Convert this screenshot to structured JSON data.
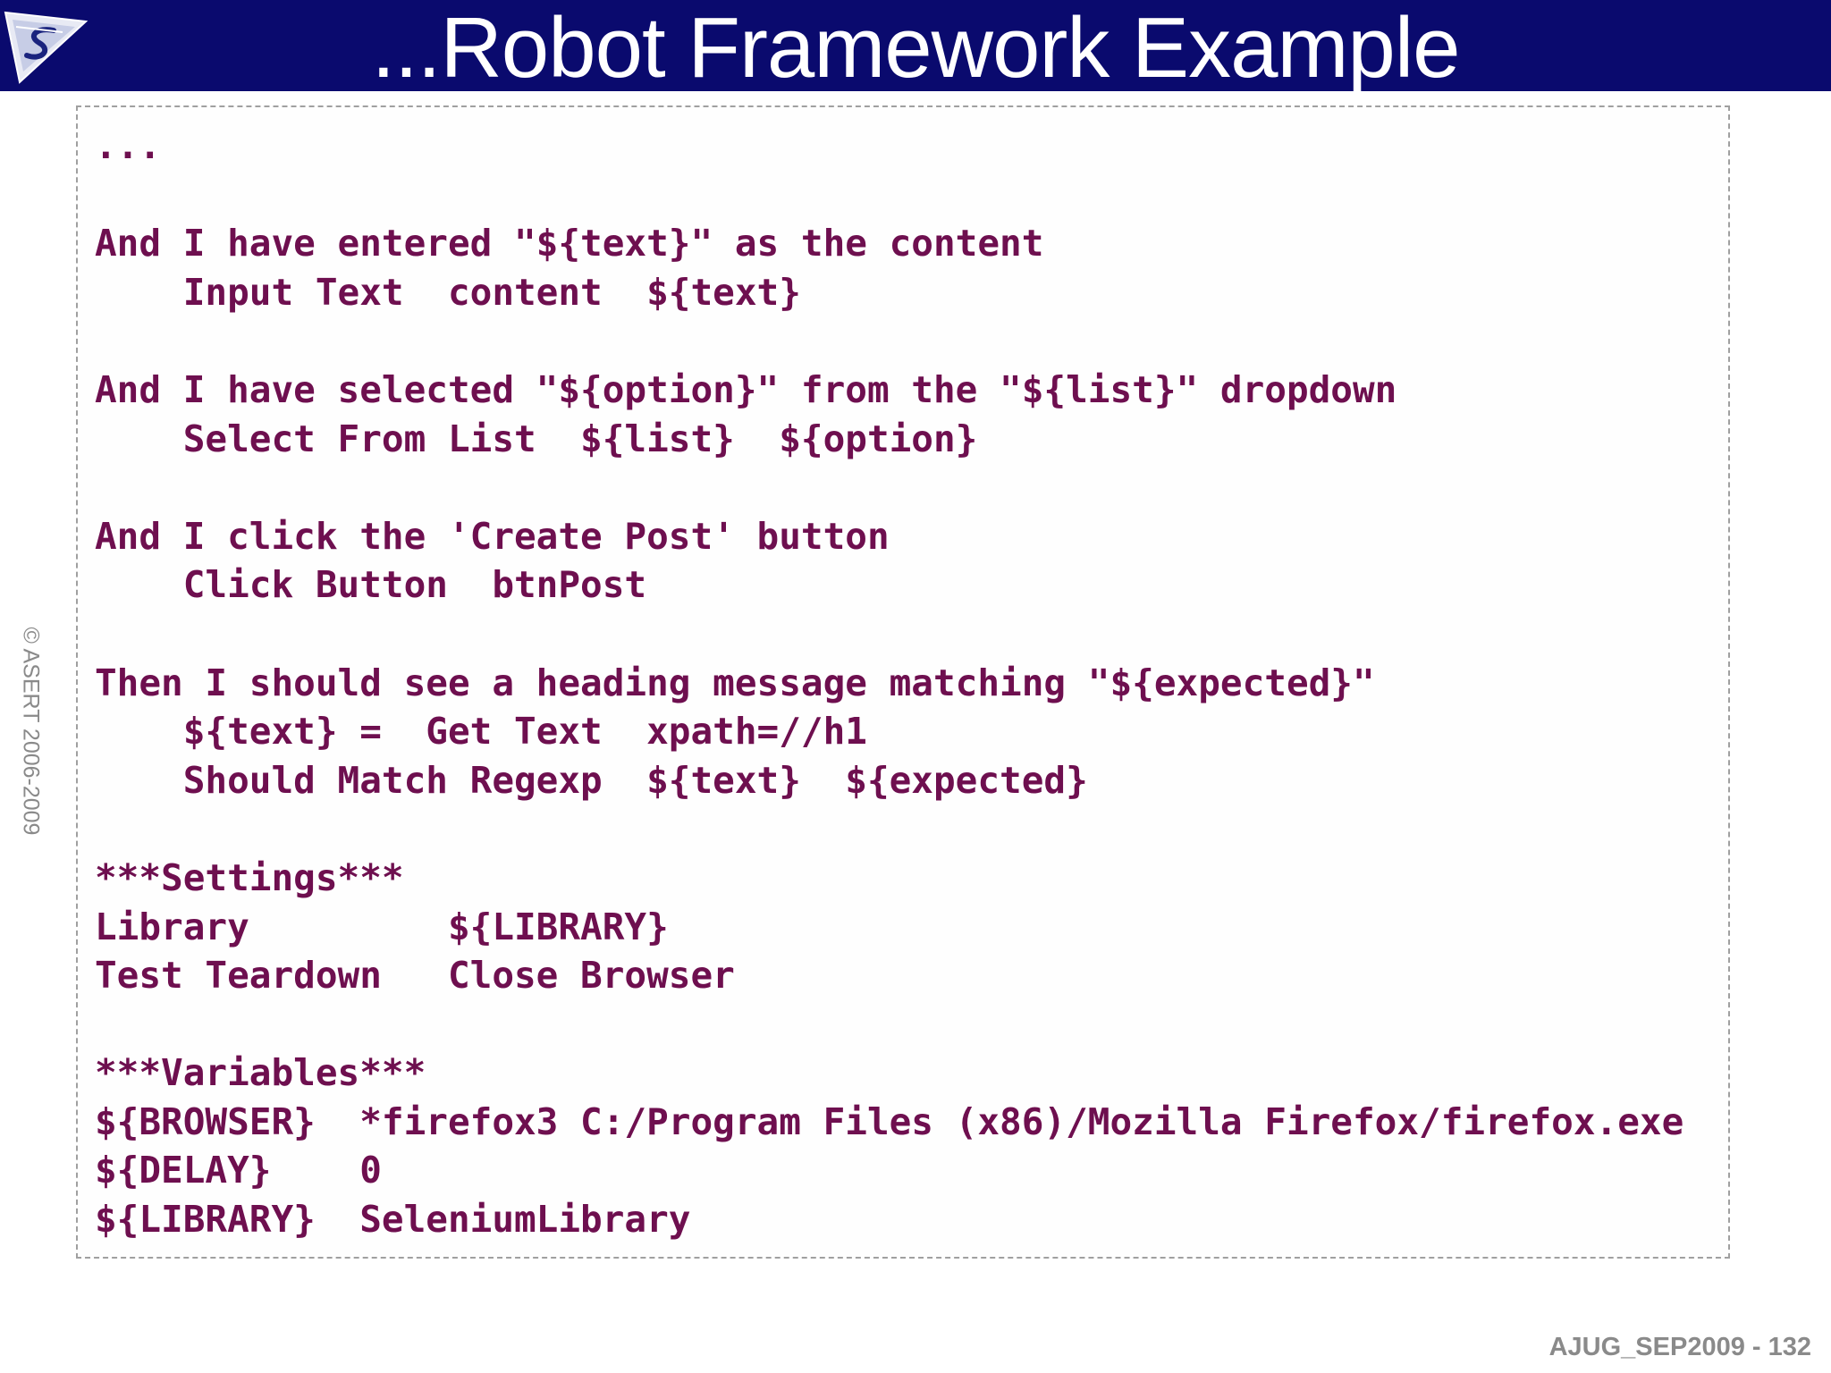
{
  "header": {
    "title": "...Robot Framework Example",
    "logo_icon": "asert-logo-icon",
    "background": "#0a0a6e"
  },
  "code": {
    "color": "#6e0f4f",
    "lines": [
      "...",
      "",
      "And I have entered \"${text}\" as the content",
      "    Input Text  content  ${text}",
      "",
      "And I have selected \"${option}\" from the \"${list}\" dropdown",
      "    Select From List  ${list}  ${option}",
      "",
      "And I click the 'Create Post' button",
      "    Click Button  btnPost",
      "",
      "Then I should see a heading message matching \"${expected}\"",
      "    ${text} =  Get Text  xpath=//h1",
      "    Should Match Regexp  ${text}  ${expected}",
      "",
      "***Settings***",
      "Library         ${LIBRARY}",
      "Test Teardown   Close Browser",
      "",
      "***Variables***",
      "${BROWSER}  *firefox3 C:/Program Files (x86)/Mozilla Firefox/firefox.exe",
      "${DELAY}    0",
      "${LIBRARY}  SeleniumLibrary"
    ]
  },
  "sidebar": {
    "copyright": "© ASERT 2006-2009"
  },
  "footer": {
    "slide_id": "AJUG_SEP2009 - 132"
  }
}
